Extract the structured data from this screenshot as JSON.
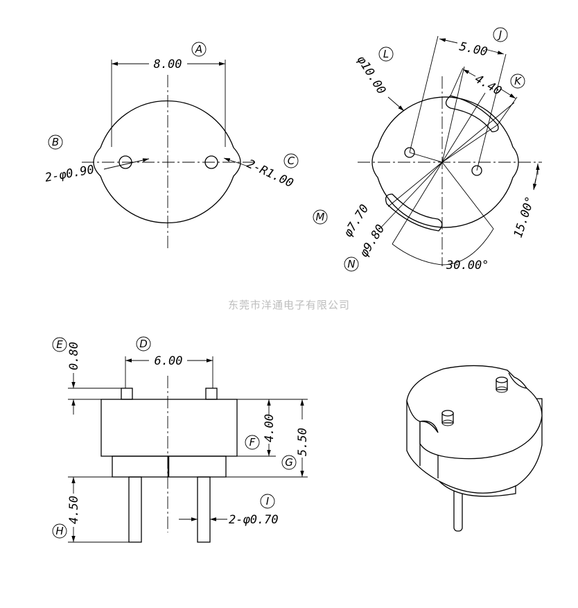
{
  "dimensions": {
    "a_width": "8.00",
    "b_holes": "2-φ0.90",
    "c_radius": "2-R1.00",
    "j_spacing": "5.00",
    "k_spacing": "4.40",
    "l_diameter": "φ10.00",
    "m_diameter": "φ7.70",
    "n_diameter": "φ9.80",
    "angle_15": "15.00°",
    "angle_30": "30.00°",
    "d_pin_spacing": "6.00",
    "e_pin_height": "0.80",
    "f_body_height": "4.00",
    "g_total_height": "5.50",
    "h_pin_length": "4.50",
    "i_pin_diameter": "2-φ0.70"
  },
  "labels": {
    "A": "A",
    "B": "B",
    "C": "C",
    "D": "D",
    "E": "E",
    "F": "F",
    "G": "G",
    "H": "H",
    "I": "I",
    "J": "J",
    "K": "K",
    "L": "L",
    "M": "M",
    "N": "N"
  },
  "watermark": "东莞市洋通电子有限公司"
}
